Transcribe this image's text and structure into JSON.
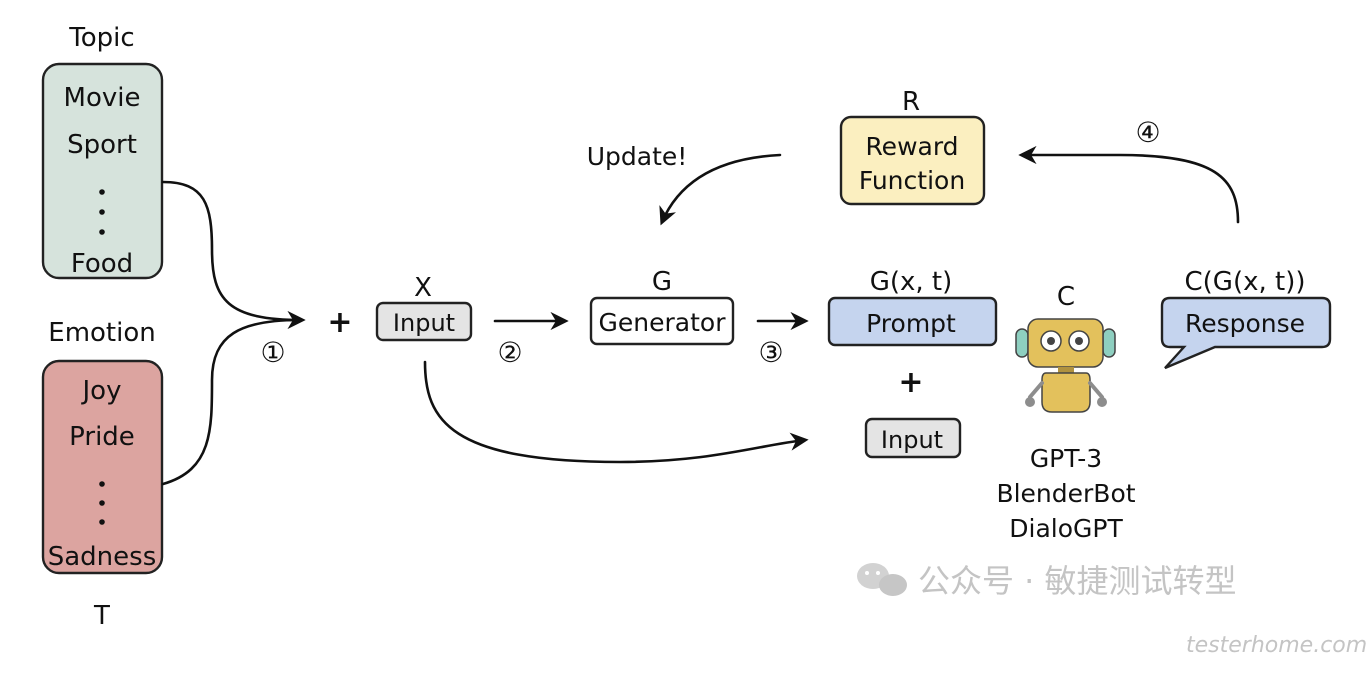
{
  "topic": {
    "title": "Topic",
    "items": [
      "Movie",
      "Sport",
      "Food"
    ]
  },
  "emotion": {
    "title": "Emotion",
    "items": [
      "Joy",
      "Pride",
      "Sadness"
    ],
    "symbol": "T"
  },
  "steps": [
    "①",
    "②",
    "③",
    "④"
  ],
  "plus": "+",
  "input": {
    "symbol": "X",
    "label": "Input"
  },
  "generator": {
    "symbol": "G",
    "label": "Generator"
  },
  "prompt": {
    "symbol": "G(x, t)",
    "label": "Prompt"
  },
  "input2": {
    "label": "Input"
  },
  "chatbot": {
    "symbol": "C",
    "models": [
      "GPT-3",
      "BlenderBot",
      "DialoGPT"
    ]
  },
  "response": {
    "symbol": "C(G(x, t))",
    "label": "Response"
  },
  "reward": {
    "symbol": "R",
    "line1": "Reward",
    "line2": "Function"
  },
  "update": "Update!",
  "watermark": {
    "wechat": "公众号 · 敏捷测试转型",
    "site": "testerhome.com"
  },
  "colors": {
    "topic": "#d6e3dc",
    "emotion": "#dca4a0",
    "input": "#e4e4e4",
    "generator": "#ffffff",
    "prompt": "#c5d4ee",
    "response": "#c5d4ee",
    "reward": "#fbefc0",
    "robot": "#e3c15c",
    "robot_ear": "#8ecfc0"
  },
  "icons": [
    "robot-icon",
    "wechat-icon"
  ]
}
